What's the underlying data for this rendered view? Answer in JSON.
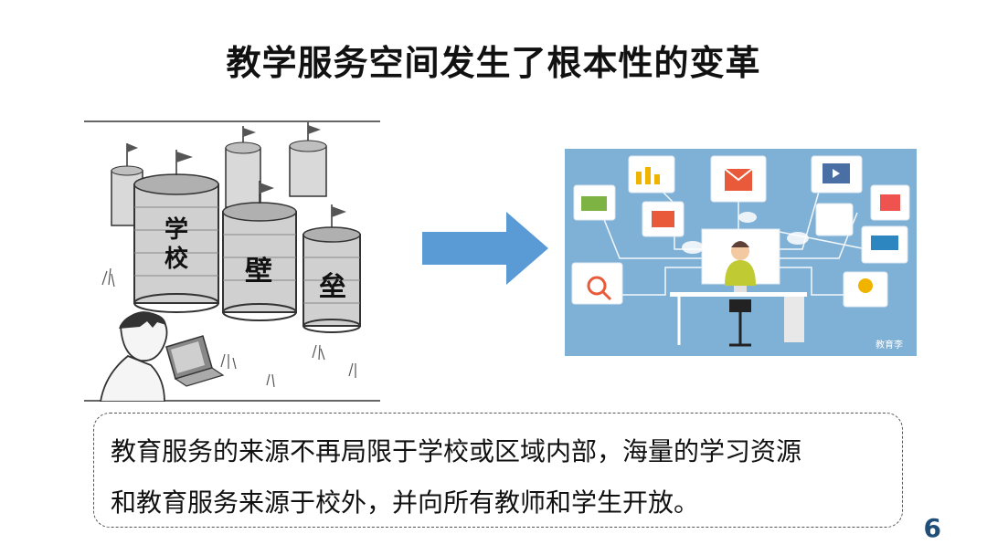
{
  "slide": {
    "title": "教学服务空间发生了根本性的变革",
    "left_image": {
      "label_school_1": "学",
      "label_school_2": "校",
      "label_wall_1": "壁",
      "label_wall_2": "垒"
    },
    "right_image": {
      "watermark": "教育李",
      "background_color": "#7fb0d6"
    },
    "body_lines": [
      "教育服务的来源不再局限于学校或区域内部，海量的学习资源",
      "和教育服务来源于校外，并向所有教师和学生开放。"
    ],
    "page_number": "6",
    "arrow_color": "#5b9bd5"
  }
}
